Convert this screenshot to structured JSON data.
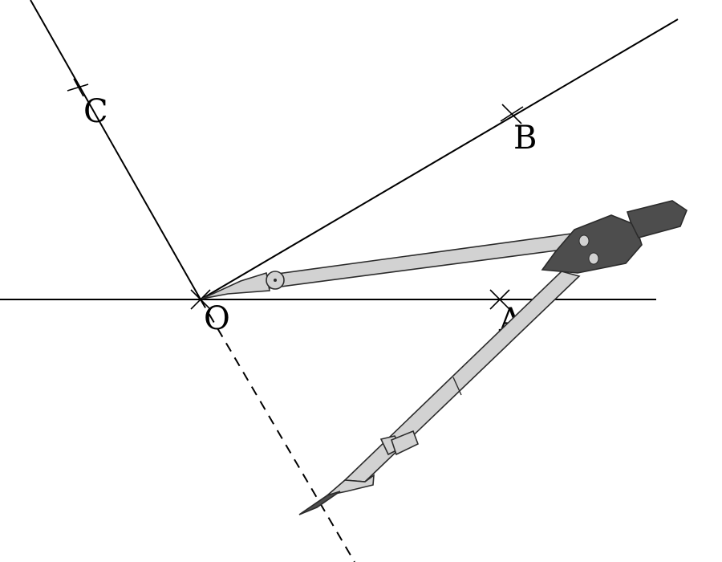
{
  "labels": {
    "o": "O",
    "a": "A",
    "b": "B",
    "c": "C"
  },
  "colors": {
    "ink": "#000000",
    "compass_arm": "#d2d2d2",
    "compass_head": "#4d4d4d"
  }
}
